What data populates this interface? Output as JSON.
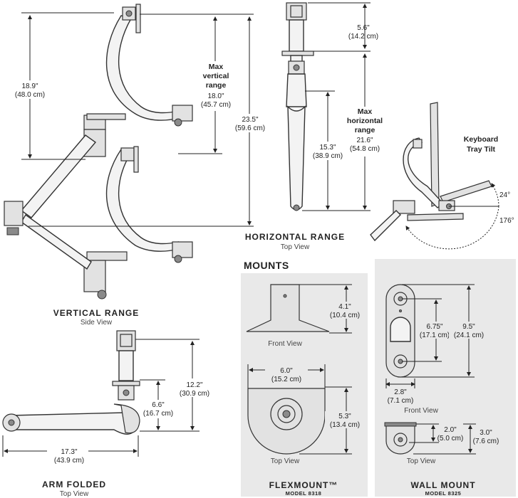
{
  "vertical_range": {
    "title": "VERTICAL RANGE",
    "view": "Side View",
    "dim_overall_in": "18.9\"",
    "dim_overall_cm": "(48.0 cm)",
    "max_label_1": "Max",
    "max_label_2": "vertical",
    "max_label_3": "range",
    "max_in": "18.0\"",
    "max_cm": "(45.7 cm)",
    "total_in": "23.5\"",
    "total_cm": "(59.6 cm)"
  },
  "horizontal_range": {
    "title": "HORIZONTAL RANGE",
    "view": "Top View",
    "top_in": "5.6\"",
    "top_cm": "(14.2 cm)",
    "mid_in": "15.3\"",
    "mid_cm": "(38.9 cm)",
    "max_label_1": "Max",
    "max_label_2": "horizontal",
    "max_label_3": "range",
    "max_in": "21.6\"",
    "max_cm": "(54.8 cm)"
  },
  "keyboard_tilt": {
    "label_1": "Keyboard",
    "label_2": "Tray Tilt",
    "angle_1": "24°",
    "angle_2": "176°"
  },
  "arm_folded": {
    "title": "ARM FOLDED",
    "view": "Top View",
    "inner_in": "6.6\"",
    "inner_cm": "(16.7 cm)",
    "outer_in": "12.2\"",
    "outer_cm": "(30.9 cm)",
    "width_in": "17.3\"",
    "width_cm": "(43.9 cm)"
  },
  "mounts": {
    "header": "MOUNTS",
    "flexmount": {
      "title": "FLEXMOUNT™",
      "model": "MODEL 8318",
      "front_view": "Front View",
      "top_view": "Top View",
      "height_in": "4.1\"",
      "height_cm": "(10.4 cm)",
      "width_in": "6.0\"",
      "width_cm": "(15.2 cm)",
      "depth_in": "5.3\"",
      "depth_cm": "(13.4 cm)"
    },
    "wall_mount": {
      "title": "WALL MOUNT",
      "model": "MODEL 8325",
      "front_view": "Front View",
      "top_view": "Top View",
      "hole_in": "6.75\"",
      "hole_cm": "(17.1 cm)",
      "height_in": "9.5\"",
      "height_cm": "(24.1 cm)",
      "width_in": "2.8\"",
      "width_cm": "(7.1 cm)",
      "top_in": "2.0\"",
      "top_cm": "(5.0 cm)",
      "depth_in": "3.0\"",
      "depth_cm": "(7.6 cm)"
    }
  }
}
